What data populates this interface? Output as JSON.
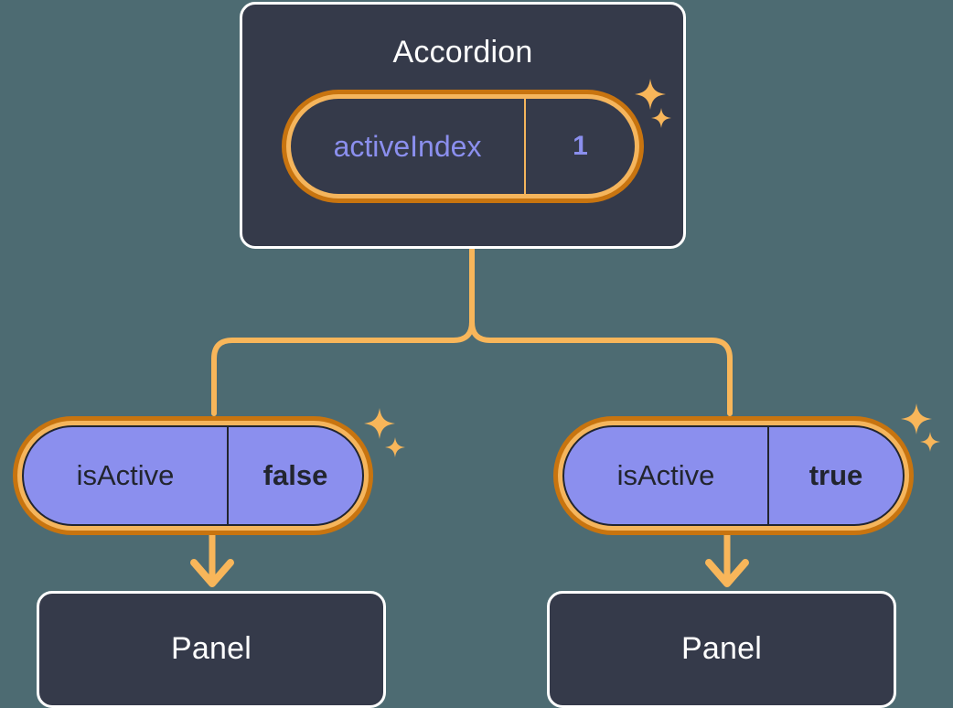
{
  "theme": {
    "background": "#4d6b72",
    "card_fill": "#353a4a",
    "card_border": "#ffffff",
    "pill_ring_outer": "#c8740f",
    "pill_ring_inner": "#f5b55c",
    "pill_purple_fill": "#8b8fee",
    "accent_text": "#8b8fee",
    "dark_text": "#22252e",
    "connector": "#f8b65a"
  },
  "diagram": {
    "type": "component-state-tree",
    "root": {
      "title": "Accordion",
      "state": {
        "key": "activeIndex",
        "value": "1"
      }
    },
    "branches": [
      {
        "side": "left",
        "state": {
          "key": "isActive",
          "value": "false"
        },
        "child": {
          "title": "Panel"
        }
      },
      {
        "side": "right",
        "state": {
          "key": "isActive",
          "value": "true"
        },
        "child": {
          "title": "Panel"
        }
      }
    ],
    "decorations": [
      {
        "name": "sparkle-cluster",
        "near": "activeIndex-pill"
      },
      {
        "name": "sparkle-cluster",
        "near": "isActive-false-pill"
      },
      {
        "name": "sparkle-cluster",
        "near": "isActive-true-pill"
      }
    ]
  }
}
